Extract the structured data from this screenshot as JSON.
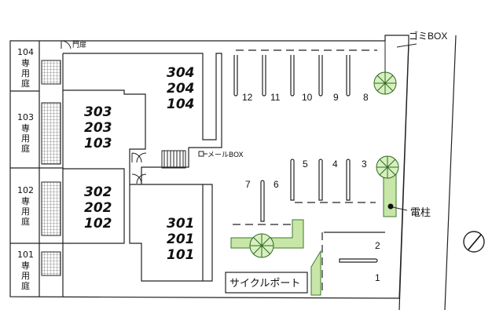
{
  "labels": {
    "gate": "門扉",
    "trash_box": "ゴミBOX",
    "mail_box": "メールBOX",
    "utility_pole": "電柱",
    "cycle_port": "サイクルポート"
  },
  "gardens": [
    {
      "room": "104",
      "text": [
        "専",
        "用",
        "庭"
      ]
    },
    {
      "room": "103",
      "text": [
        "専",
        "用",
        "庭"
      ]
    },
    {
      "room": "102",
      "text": [
        "専",
        "用",
        "庭"
      ]
    },
    {
      "room": "101",
      "text": [
        "専",
        "用",
        "庭"
      ]
    }
  ],
  "unit_blocks": [
    {
      "rooms": [
        "304",
        "204",
        "104"
      ]
    },
    {
      "rooms": [
        "303",
        "203",
        "103"
      ]
    },
    {
      "rooms": [
        "302",
        "202",
        "102"
      ]
    },
    {
      "rooms": [
        "301",
        "201",
        "101"
      ]
    }
  ],
  "parking_numbers": [
    "12",
    "11",
    "10",
    "9",
    "8",
    "7",
    "6",
    "5",
    "4",
    "3",
    "2",
    "1"
  ]
}
